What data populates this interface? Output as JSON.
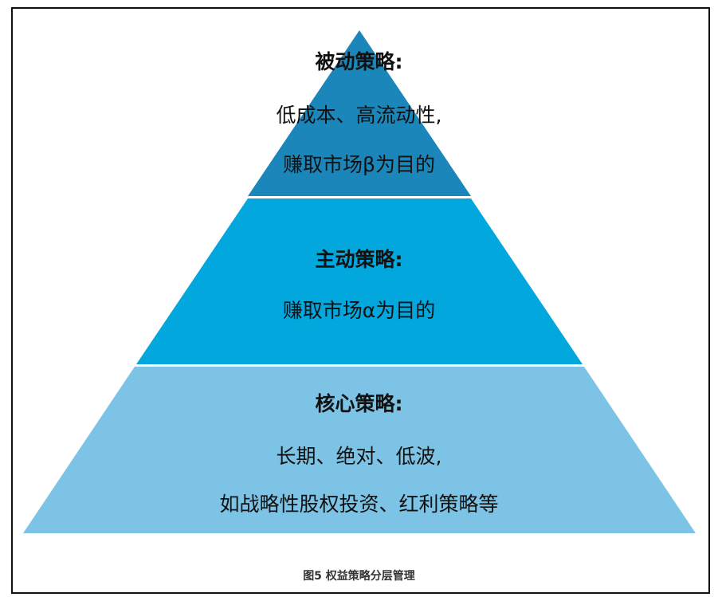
{
  "diagram": {
    "tiers": [
      {
        "title": "被动策略:",
        "lines": [
          "低成本、高流动性,",
          "赚取市场β为目的"
        ],
        "color": "#1b86b9"
      },
      {
        "title": "主动策略:",
        "lines": [
          "赚取市场α为目的"
        ],
        "color": "#02a7dd"
      },
      {
        "title": "核心策略:",
        "lines": [
          "长期、绝对、低波,",
          "如战略性股权投资、红利策略等"
        ],
        "color": "#7cc3e5"
      }
    ],
    "caption": "图5   权益策略分层管理"
  }
}
